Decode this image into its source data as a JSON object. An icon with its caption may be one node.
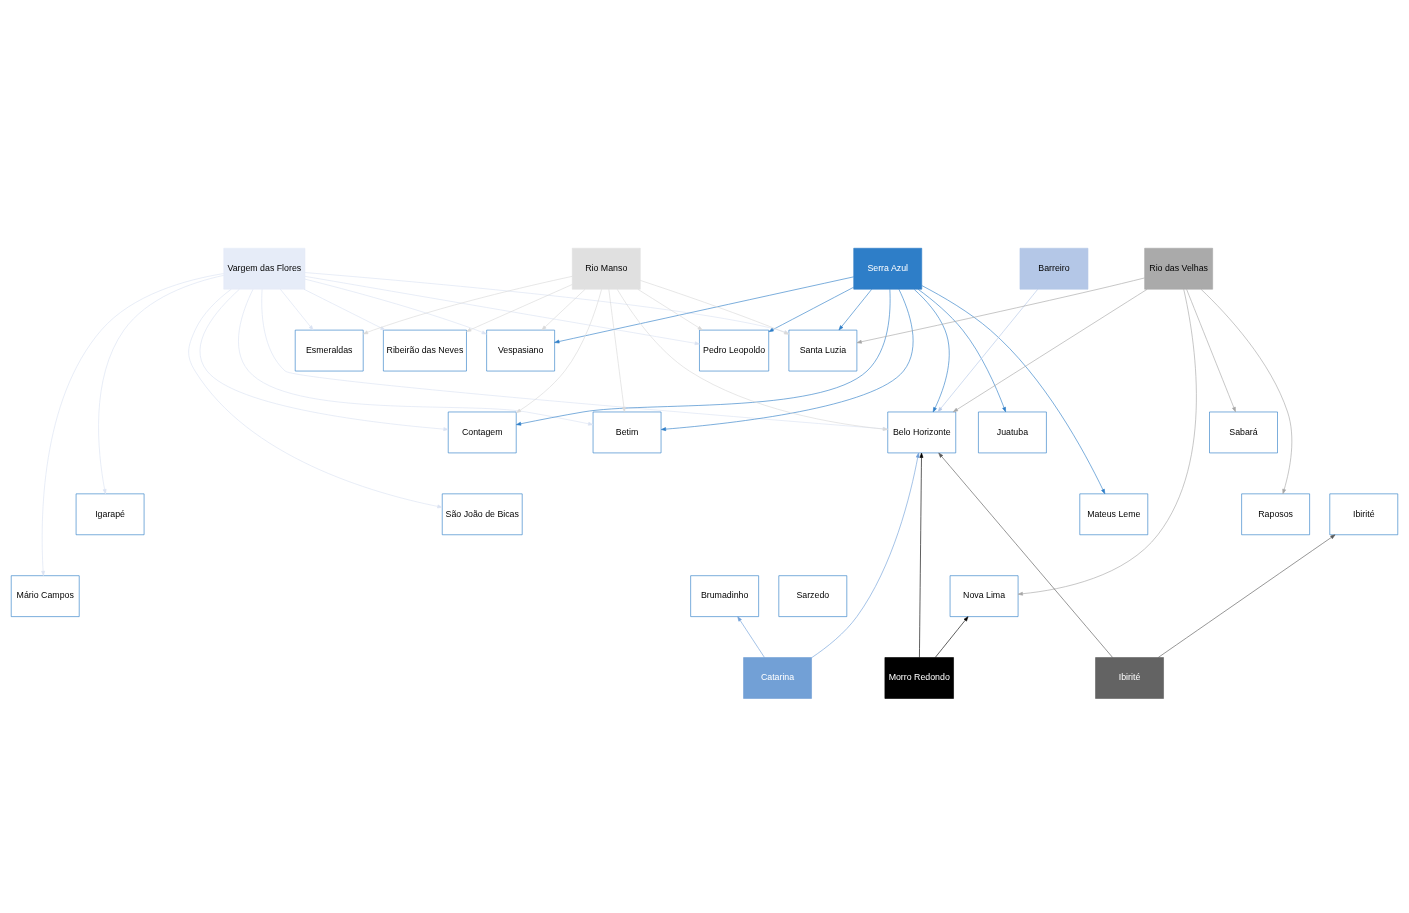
{
  "diagram": {
    "nodes": [
      {
        "text": [
          "Vargem das Flores"
        ]
      },
      {
        "text": [
          "Serra Azul"
        ]
      },
      {
        "text": [
          "Rio Manso"
        ]
      },
      {
        "text": [
          "Esmeraldas"
        ]
      },
      {
        "text": [
          "Pedro Leopoldo"
        ]
      },
      {
        "text": [
          "Ribeirão das Neves"
        ]
      },
      {
        "text": [
          "Vespasiano"
        ]
      },
      {
        "text": [
          "Santa Luzia"
        ]
      },
      {
        "text": [
          "Juatuba"
        ]
      },
      {
        "text": [
          "Betim"
        ]
      },
      {
        "text": [
          "Contagem"
        ]
      },
      {
        "text": [
          "Belo Horizonte"
        ]
      },
      {
        "text": [
          "Sabará"
        ]
      },
      {
        "text": [
          "Barreiro"
        ]
      },
      {
        "text": [
          "Rio das Velhas"
        ]
      },
      {
        "text": [
          "Mateus Leme"
        ]
      },
      {
        "text": [
          "Igarapé"
        ]
      },
      {
        "text": [
          "São João de Bicas"
        ]
      },
      {
        "text": [
          "Ibirité"
        ]
      },
      {
        "text": [
          "Raposos"
        ]
      },
      {
        "text": [
          "Mário Campos"
        ]
      },
      {
        "text": [
          "Sarzedo"
        ]
      },
      {
        "text": [
          "Brumadinho"
        ]
      },
      {
        "text": [
          "Nova Lima"
        ]
      },
      {
        "text": [
          "Catarina"
        ]
      },
      {
        "text": [
          "Morro Redondo"
        ]
      },
      {
        "text": [
          "Ibirité"
        ]
      }
    ],
    "edges": [
      {
        "from": 0,
        "to": 3,
        "arrow": "to",
        "color": "#dae3f3"
      },
      {
        "from": 0,
        "to": 4,
        "arrow": "to",
        "color": "#dae3f3"
      },
      {
        "from": 0,
        "to": 5,
        "arrow": "to",
        "color": "#dae3f3"
      },
      {
        "from": 0,
        "to": 6,
        "arrow": "to",
        "color": "#dae3f3"
      },
      {
        "from": 0,
        "to": 7,
        "arrow": "to",
        "color": "#dae3f3"
      },
      {
        "from": 0,
        "to": 9,
        "arrow": "to",
        "color": "#dae3f3"
      },
      {
        "from": 0,
        "to": 10,
        "arrow": "to",
        "color": "#dae3f3"
      },
      {
        "from": 0,
        "to": 11,
        "arrow": "to",
        "color": "#dae3f3"
      },
      {
        "from": 0,
        "to": 16,
        "arrow": "to",
        "color": "#dae3f3"
      },
      {
        "from": 0,
        "to": 17,
        "arrow": "to",
        "color": "#dae3f3"
      },
      {
        "from": 0,
        "to": 20,
        "arrow": "to",
        "color": "#dae3f3"
      },
      {
        "from": 1,
        "to": 4,
        "arrow": "to",
        "color": "#2e7ec8"
      },
      {
        "from": 1,
        "to": 6,
        "arrow": "to",
        "color": "#2e7ec8"
      },
      {
        "from": 1,
        "to": 7,
        "arrow": "to",
        "color": "#2e7ec8"
      },
      {
        "from": 1,
        "to": 8,
        "arrow": "to",
        "color": "#2e7ec8"
      },
      {
        "from": 1,
        "to": 9,
        "arrow": "to",
        "color": "#2e7ec8"
      },
      {
        "from": 1,
        "to": 10,
        "arrow": "to",
        "color": "#2e7ec8"
      },
      {
        "from": 1,
        "to": 11,
        "arrow": "to",
        "color": "#2e7ec8"
      },
      {
        "from": 1,
        "to": 15,
        "arrow": "to",
        "color": "#2e7ec8"
      },
      {
        "from": 2,
        "to": 3,
        "arrow": "to",
        "color": "#d9d9d9"
      },
      {
        "from": 2,
        "to": 4,
        "arrow": "to",
        "color": "#d9d9d9"
      },
      {
        "from": 2,
        "to": 5,
        "arrow": "to",
        "color": "#d9d9d9"
      },
      {
        "from": 2,
        "to": 6,
        "arrow": "to",
        "color": "#d9d9d9"
      },
      {
        "from": 2,
        "to": 7,
        "arrow": "to",
        "color": "#d9d9d9"
      },
      {
        "from": 2,
        "to": 9,
        "arrow": "to",
        "color": "#d9d9d9"
      },
      {
        "from": 2,
        "to": 10,
        "arrow": "to",
        "color": "#d9d9d9"
      },
      {
        "from": 2,
        "to": 11,
        "arrow": "to",
        "color": "#d9d9d9"
      },
      {
        "from": 13,
        "to": 11,
        "arrow": "to",
        "color": "#b4c7e7"
      },
      {
        "from": 14,
        "to": 7,
        "arrow": "to",
        "color": "#a6a6a6"
      },
      {
        "from": 14,
        "to": 12,
        "arrow": "to",
        "color": "#a6a6a6"
      },
      {
        "from": 14,
        "to": 11,
        "arrow": "to",
        "color": "#a6a6a6"
      },
      {
        "from": 14,
        "to": 19,
        "arrow": "to",
        "color": "#a6a6a6"
      },
      {
        "from": 14,
        "to": 23,
        "arrow": "to",
        "color": "#a6a6a6"
      },
      {
        "from": 24,
        "to": 11,
        "arrow": "to",
        "color": "#6f9fd8"
      },
      {
        "from": 24,
        "to": 22,
        "arrow": "to",
        "color": "#6f9fd8"
      },
      {
        "from": 25,
        "to": 11,
        "arrow": "to",
        "color": "#000000"
      },
      {
        "from": 25,
        "to": 23,
        "arrow": "to",
        "color": "#000000"
      },
      {
        "from": 26,
        "to": 18,
        "arrow": "to",
        "color": "#595959"
      },
      {
        "from": 26,
        "to": 11,
        "arrow": "to",
        "color": "#595959"
      }
    ]
  }
}
